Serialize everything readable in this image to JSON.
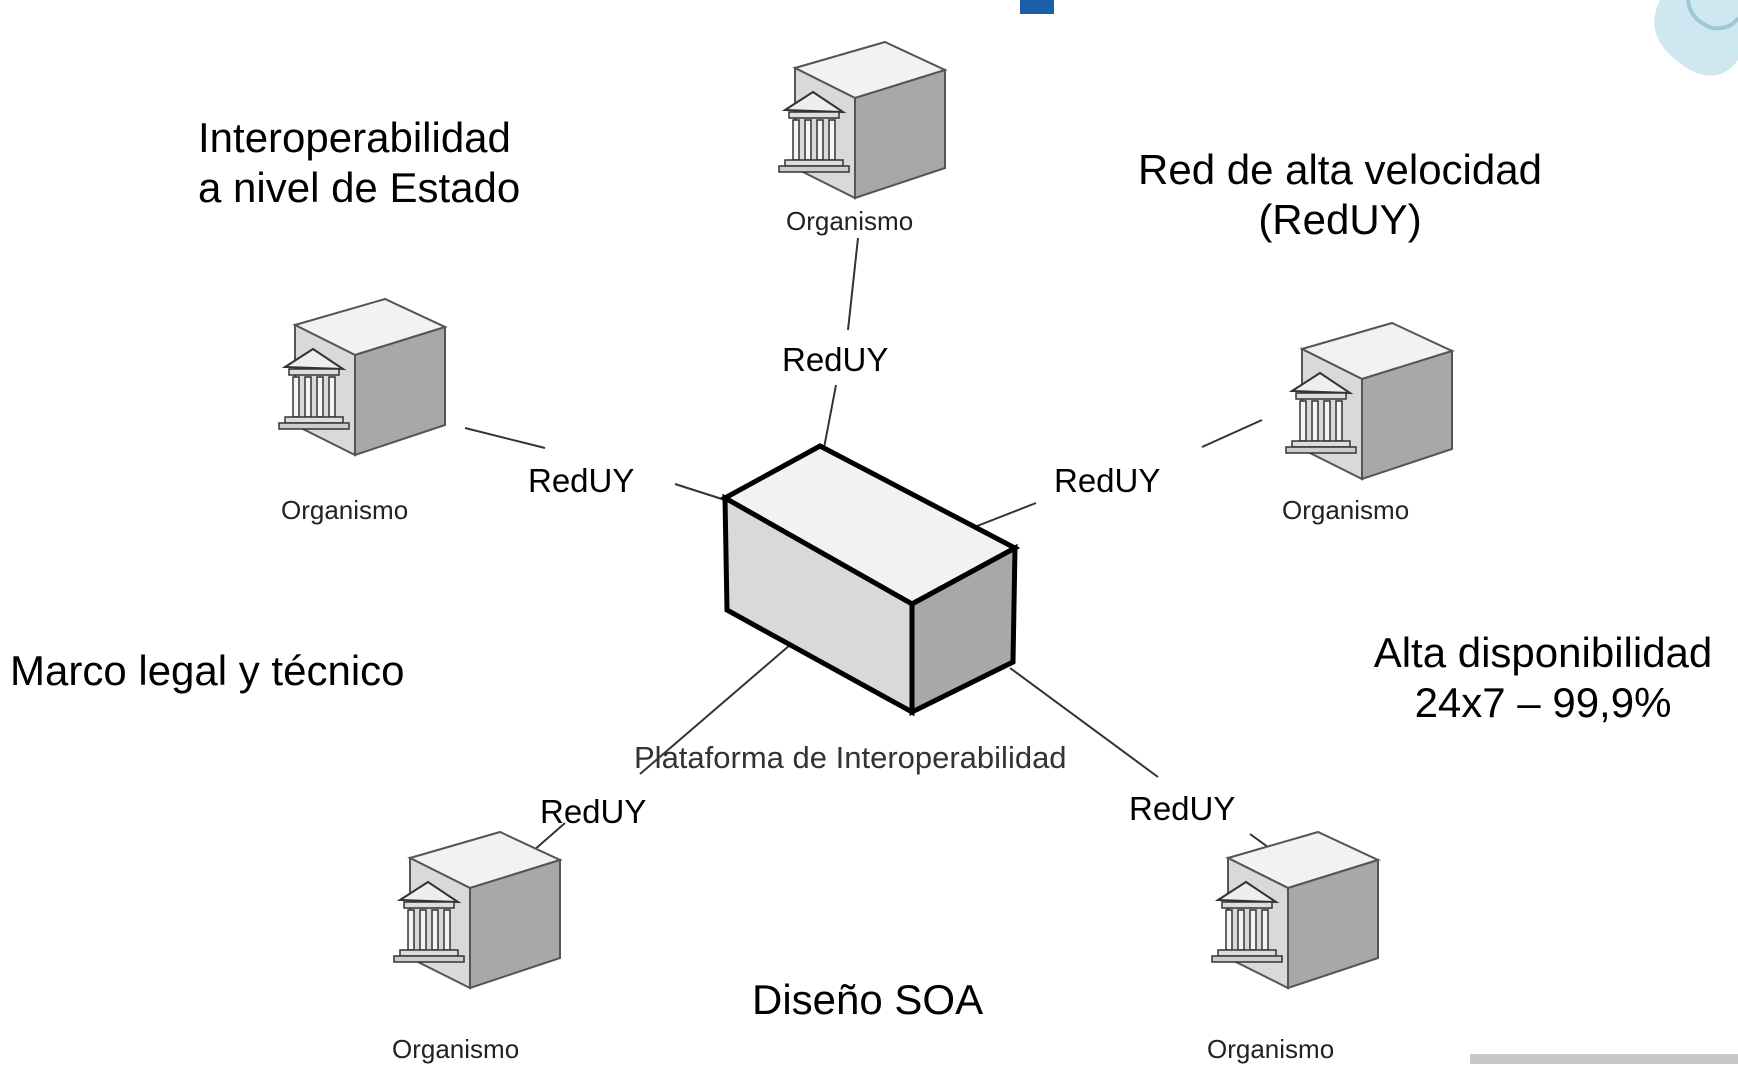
{
  "colors": {
    "cube_top": "#f2f2f2",
    "cube_front": "#d9d9d9",
    "cube_side": "#a8a8a8",
    "title_blue": "#1a5fa8",
    "logo_glow": "#cfe7f0",
    "corner_bar": "#c8c8c8"
  },
  "features": {
    "top_left": [
      "Interoperabilidad",
      "a nivel de Estado"
    ],
    "top_right": [
      "Red de alta velocidad",
      "(RedUY)"
    ],
    "mid_left": "Marco legal y técnico",
    "mid_right": [
      "Alta disponibilidad",
      "24x7 – 99,9%"
    ],
    "bottom": "Diseño SOA"
  },
  "center_node": {
    "label": "Plataforma de Interoperabilidad",
    "icon": "server-box-icon"
  },
  "nodes": [
    {
      "id": "top",
      "label": "Organismo",
      "link_label": "RedUY",
      "icon": "government-building-icon"
    },
    {
      "id": "left",
      "label": "Organismo",
      "link_label": "RedUY",
      "icon": "government-building-icon"
    },
    {
      "id": "right",
      "label": "Organismo",
      "link_label": "RedUY",
      "icon": "government-building-icon"
    },
    {
      "id": "bottom-left",
      "label": "Organismo",
      "link_label": "RedUY",
      "icon": "government-building-icon"
    },
    {
      "id": "bottom-right",
      "label": "Organismo",
      "link_label": "RedUY",
      "icon": "government-building-icon"
    }
  ]
}
